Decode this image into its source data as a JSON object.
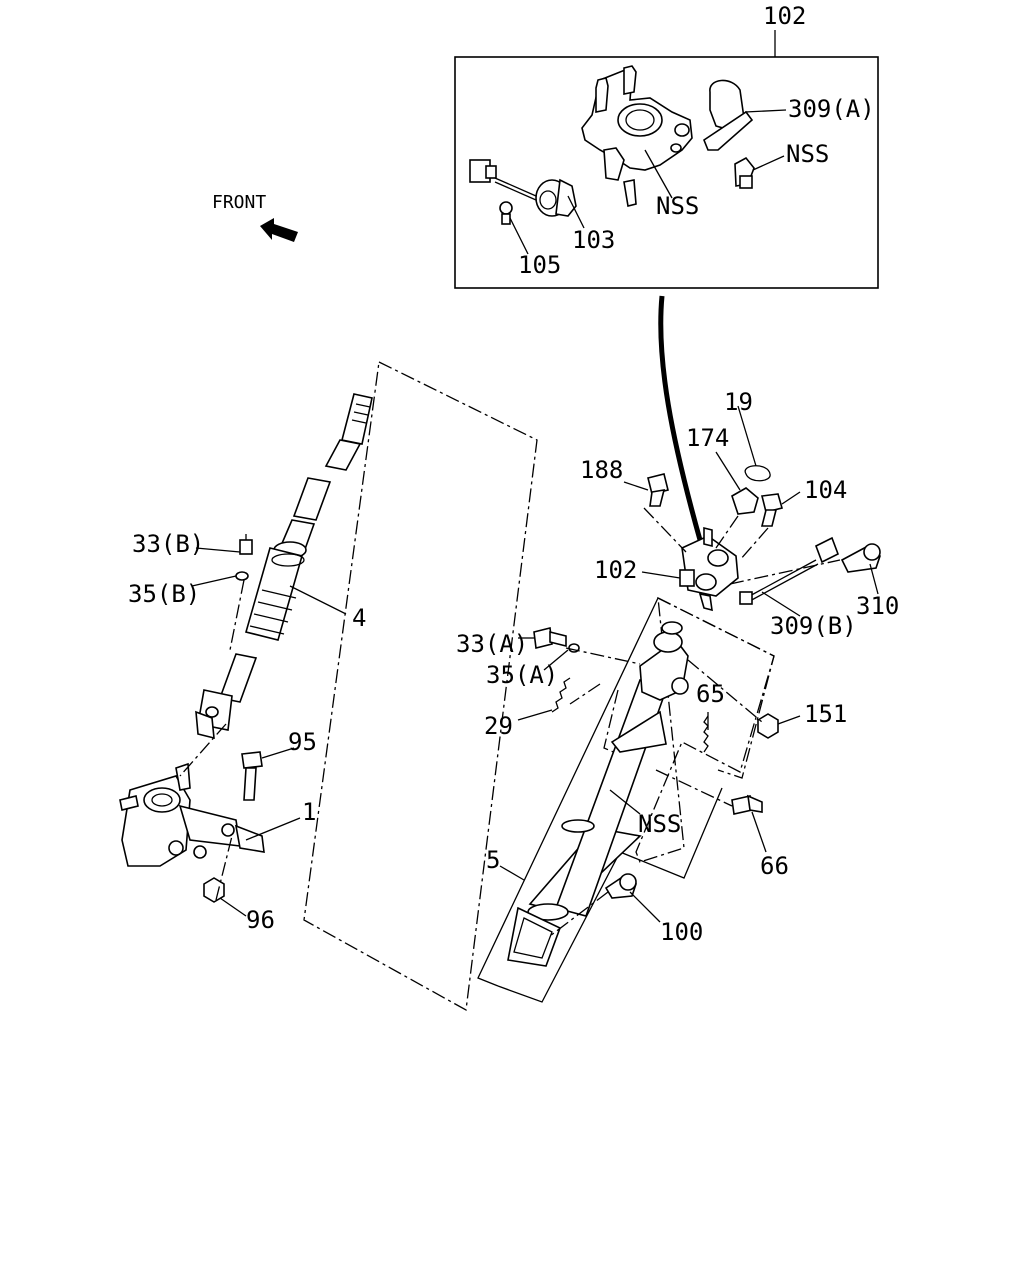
{
  "labels": {
    "front": "FRONT",
    "l102_top": "102",
    "l309a": "309(A)",
    "nss_inset_right": "NSS",
    "nss_inset_center": "NSS",
    "l103": "103",
    "l105": "105",
    "l19": "19",
    "l174": "174",
    "l188": "188",
    "l104": "104",
    "l102_mid": "102",
    "l310": "310",
    "l309b": "309(B)",
    "l33a": "33(A)",
    "l35a": "35(A)",
    "l65": "65",
    "l151": "151",
    "l29": "29",
    "nss_column": "NSS",
    "l66": "66",
    "l5": "5",
    "l100": "100",
    "l33b": "33(B)",
    "l35b": "35(B)",
    "l4": "4",
    "l95": "95",
    "l1": "1",
    "l96": "96"
  }
}
